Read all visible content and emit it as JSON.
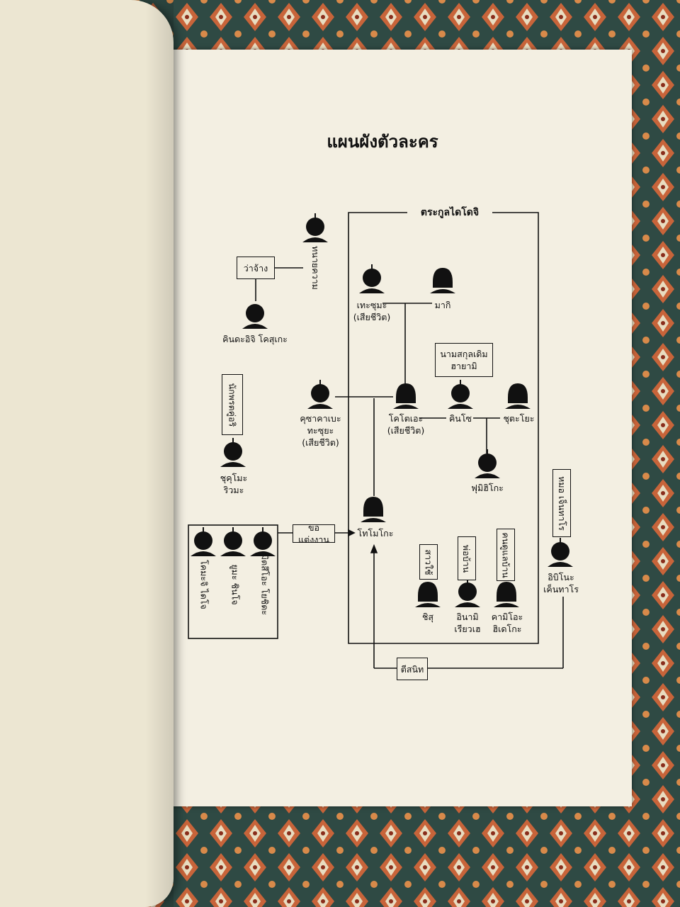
{
  "title": "แผนผังตัวละคร",
  "family_box": {
    "label": "ตระกูลไดโดจิ"
  },
  "characters": {
    "tezuma": {
      "name": "เทะซุมะ",
      "note": "(เสียชีวิต)"
    },
    "maki": {
      "name": "มากิ"
    },
    "kotoe": {
      "name": "โคโตเอะ",
      "note": "(เสียชีวิต)"
    },
    "kinji": {
      "name": "คินโซ"
    },
    "shutaoyo": {
      "name": "ชุตะโยะ"
    },
    "fumihiko": {
      "name": "ฟุมิฮิโกะ"
    },
    "tomoko": {
      "name": "โทโมโกะ"
    },
    "kusakabe": {
      "name": "คุซาคาเบะ",
      "name2": "ทะซุยะ",
      "note": "(เสียชีวิต)"
    },
    "kindaichi": {
      "name": "คินดะอิจิ โคสุเกะ"
    },
    "shukumo": {
      "name": "ชุคุโมะ",
      "name2": "ริวมะ"
    },
    "ibino": {
      "name": "อิบิโนะ",
      "name2": "เค็นทาโร"
    },
    "shizu": {
      "name": "ชิสุ"
    },
    "inami": {
      "name": "อินามิ",
      "name2": "เรียวเฮ"
    },
    "kamio": {
      "name": "คามิโอะ",
      "name2": "ฮิเดโกะ"
    },
    "lawyer": {
      "name": "ทนายความ"
    },
    "suitor1": {
      "name": "โคมะจิ ไดโจ"
    },
    "suitor2": {
      "name": "ยูมะ ชินโจ"
    },
    "suitor3": {
      "name": "มิตสึโอะ โยชิดะ"
    }
  },
  "boxes": {
    "hire": "ว่าจ้าง",
    "maiden_name_1": "นามสกุลเดิม",
    "maiden_name_2": "ฮายามิ",
    "rival": "นักพรตคู่อริ",
    "propose": "ขอแต่งงาน",
    "friend": "ตีสนิท",
    "maid": "สาวใช้",
    "butler": "พ่อบ้าน",
    "housekeeper": "คนดูแลบ้าน",
    "detective": "หมอ เจ็นทาโร"
  }
}
